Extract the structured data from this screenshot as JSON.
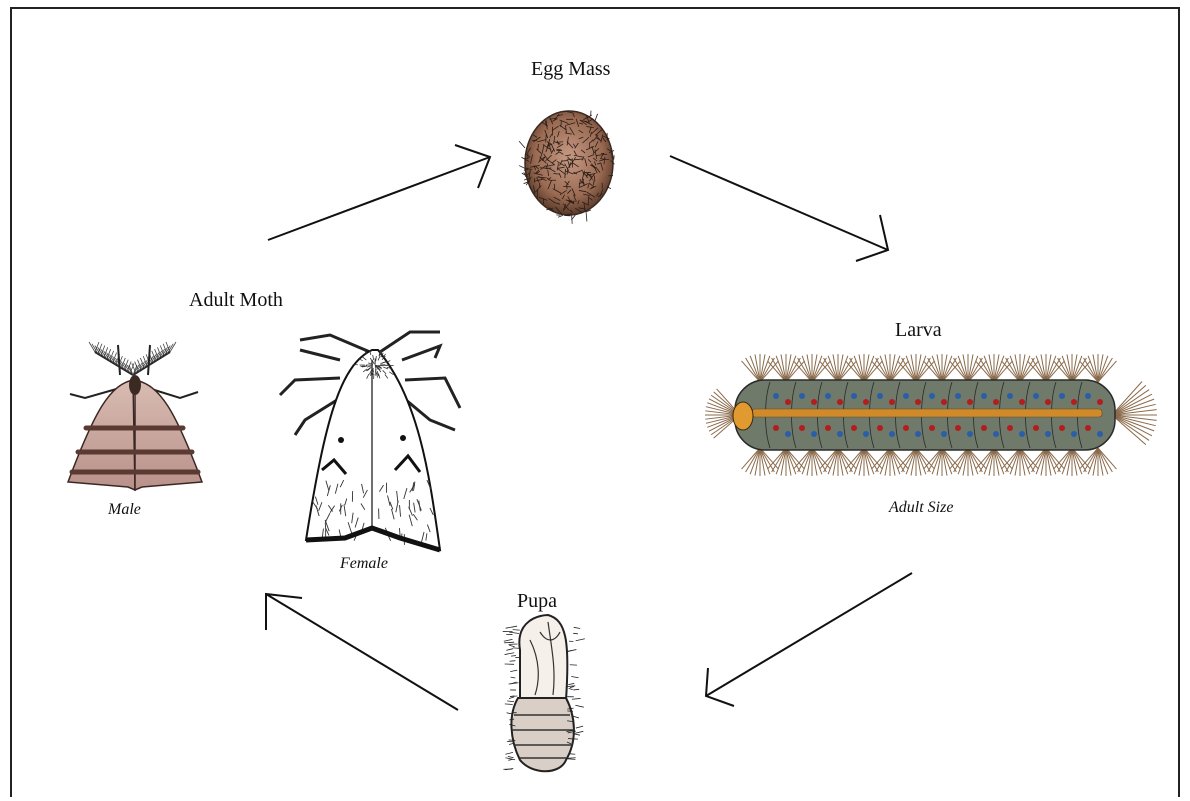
{
  "stages": {
    "egg_mass": {
      "label": "Egg Mass"
    },
    "larva": {
      "label": "Larva",
      "caption": "Adult Size"
    },
    "pupa": {
      "label": "Pupa"
    },
    "adult_moth": {
      "label": "Adult Moth",
      "male_caption": "Male",
      "female_caption": "Female"
    }
  },
  "colors": {
    "line": "#111111",
    "egg": "#9a6a52",
    "larva_body": "#6f7a6a",
    "larva_stripe": "#d08a2a",
    "larva_red_dots": "#b31d1d",
    "larva_blue_dots": "#2a5ea8",
    "hair": "#8a6a4a",
    "male_wing": "#caa69a",
    "male_band": "#5a3a32"
  },
  "icons": [
    "egg-mass-illustration",
    "larva-illustration",
    "pupa-illustration",
    "male-moth-illustration",
    "female-moth-illustration"
  ]
}
